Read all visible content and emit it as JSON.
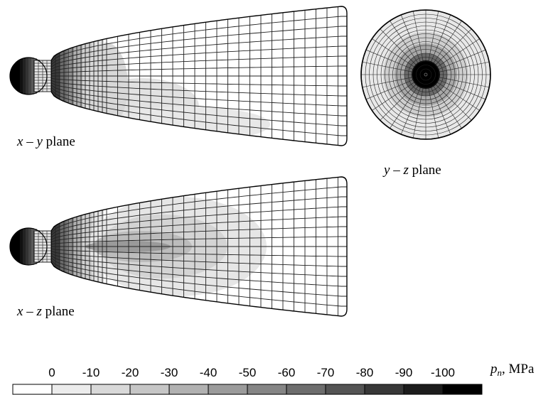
{
  "views": [
    {
      "id": "xy",
      "label_var1": "x",
      "label_var2": "y",
      "label_rest": "plane"
    },
    {
      "id": "xz",
      "label_var1": "x",
      "label_var2": "z",
      "label_rest": "plane"
    },
    {
      "id": "yz",
      "label_var1": "y",
      "label_var2": "z",
      "label_rest": "plane"
    }
  ],
  "colorbar": {
    "tick_labels": [
      "0",
      "-10",
      "-20",
      "-30",
      "-40",
      "-50",
      "-60",
      "-70",
      "-80",
      "-90",
      "-100"
    ],
    "swatch_colors": [
      "#ffffff",
      "#ececec",
      "#d9d9d9",
      "#c6c6c6",
      "#b1b1b1",
      "#9b9b9b",
      "#858585",
      "#6d6d6d",
      "#545454",
      "#383838",
      "#1c1c1c",
      "#000000"
    ],
    "unit_var": "p",
    "unit_sub": "n",
    "unit_text": ", MPa"
  }
}
